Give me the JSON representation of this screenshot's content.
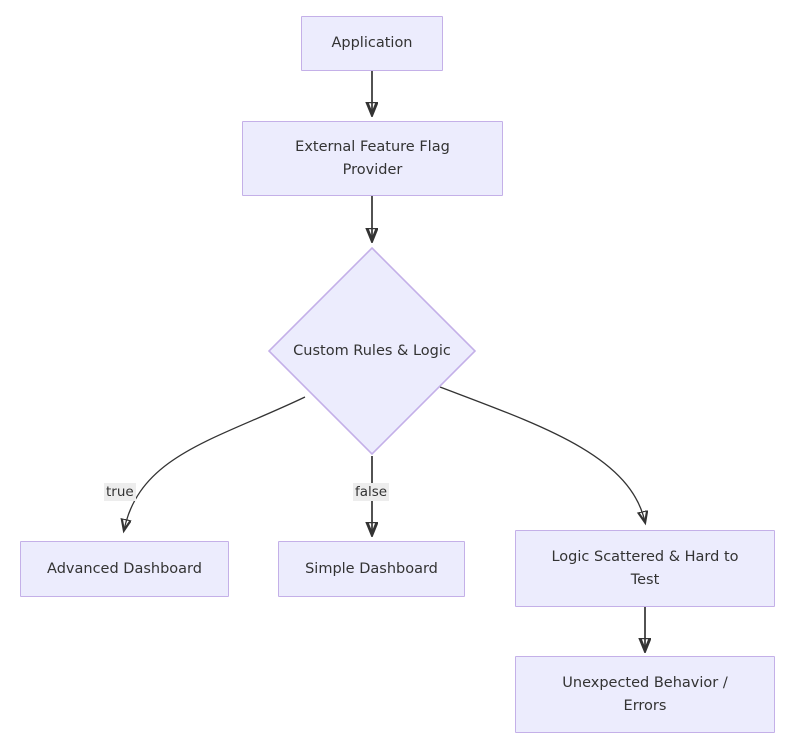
{
  "diagram": {
    "type": "flowchart",
    "direction": "top-down",
    "title": "",
    "colors": {
      "node_fill": "#ececfd",
      "node_border": "#c4b0e8",
      "node_text": "#333333",
      "edge_stroke": "#333333",
      "edge_label_bg": "#ededed",
      "canvas_bg": "#ffffff"
    },
    "nodes": [
      {
        "id": "application",
        "label": "Application",
        "shape": "rect"
      },
      {
        "id": "provider",
        "label": "External Feature Flag\nProvider",
        "shape": "rect"
      },
      {
        "id": "rules",
        "label": "Custom Rules & Logic",
        "shape": "diamond"
      },
      {
        "id": "advanced",
        "label": "Advanced Dashboard",
        "shape": "rect"
      },
      {
        "id": "simple",
        "label": "Simple Dashboard",
        "shape": "rect"
      },
      {
        "id": "scattered",
        "label": "Logic Scattered & Hard to\nTest",
        "shape": "rect"
      },
      {
        "id": "errors",
        "label": "Unexpected Behavior /\nErrors",
        "shape": "rect"
      }
    ],
    "edges": [
      {
        "from": "application",
        "to": "provider",
        "label": ""
      },
      {
        "from": "provider",
        "to": "rules",
        "label": ""
      },
      {
        "from": "rules",
        "to": "advanced",
        "label": "true"
      },
      {
        "from": "rules",
        "to": "simple",
        "label": "false"
      },
      {
        "from": "rules",
        "to": "scattered",
        "label": ""
      },
      {
        "from": "scattered",
        "to": "errors",
        "label": ""
      }
    ],
    "edge_labels": {
      "true": "true",
      "false": "false"
    }
  }
}
